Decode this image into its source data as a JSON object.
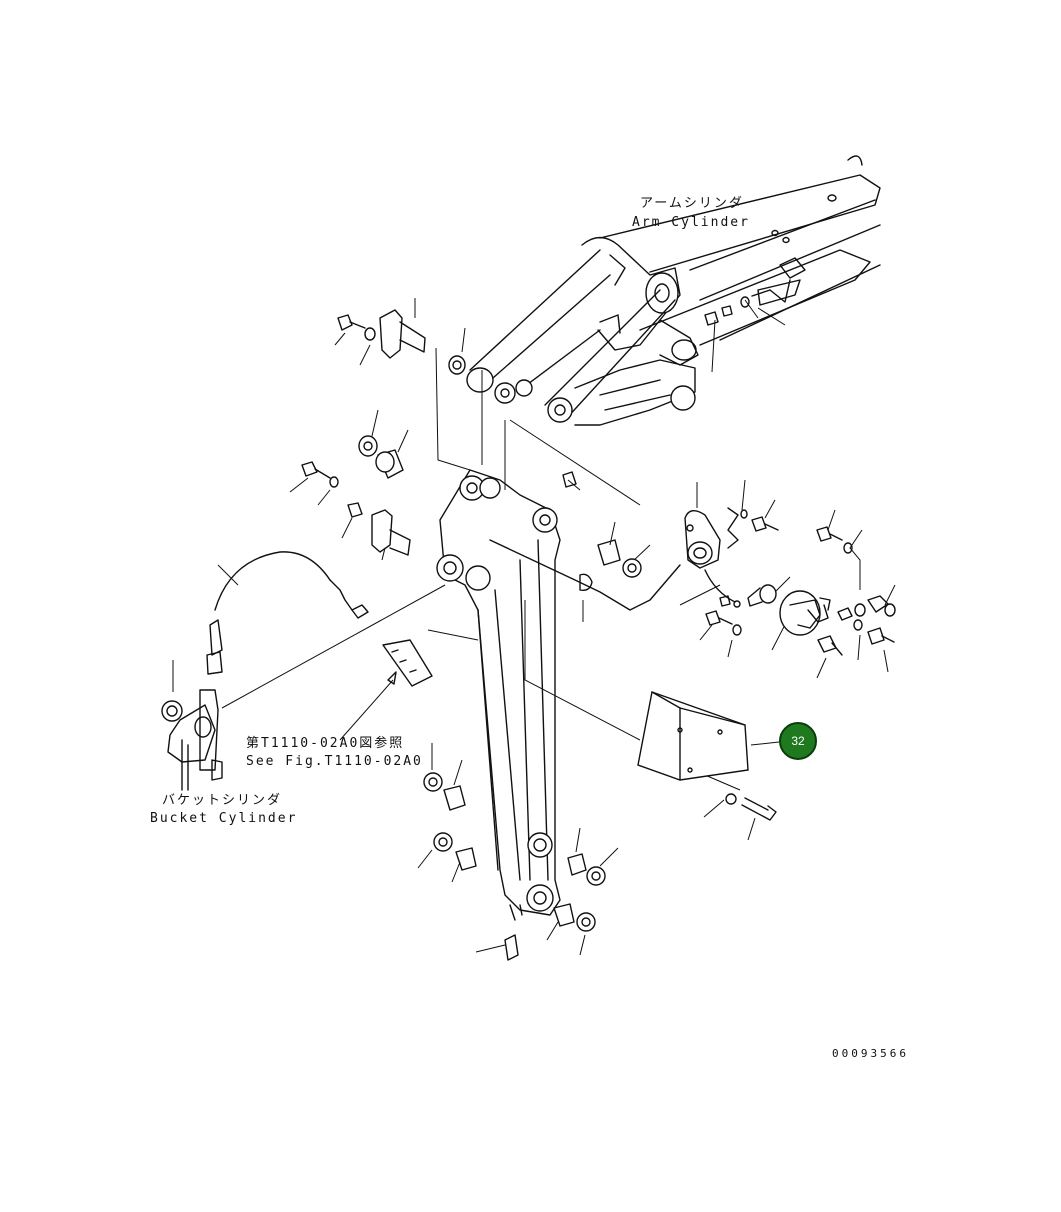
{
  "labels": {
    "arm_cylinder_jp": "アームシリンダ",
    "arm_cylinder_en": "Arm Cylinder",
    "bucket_cylinder_jp": "バケットシリンダ",
    "bucket_cylinder_en": "Bucket Cylinder",
    "see_fig_jp": "第T1110-02A0図参照",
    "see_fig_en": "See Fig.T1110-02A0",
    "drawing_number": "00093566"
  },
  "callout": {
    "number": "32",
    "color": "#1f7a1f"
  }
}
